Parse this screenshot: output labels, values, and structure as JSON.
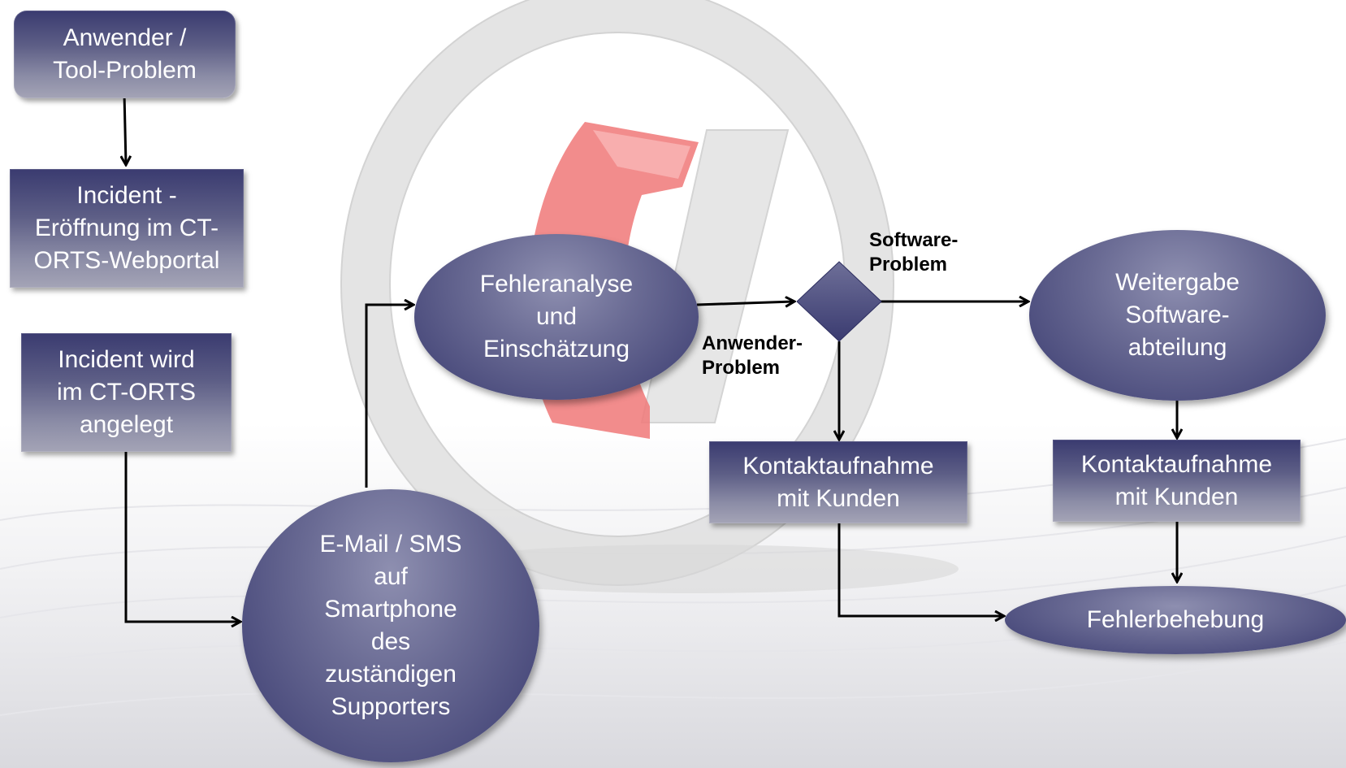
{
  "nodes": {
    "anwender_tool_problem": "Anwender /\nTool-Problem",
    "incident_eroeffnung": "Incident -\nEröffnung im CT-\nORTS-Webportal",
    "incident_angelegt": "Incident wird\nim CT-ORTS\nangelegt",
    "email_sms": "E-Mail / SMS\nauf\nSmartphone\ndes\nzuständigen\nSupporters",
    "fehleranalyse": "Fehleranalyse\nund\nEinschätzung",
    "kontakt_1": "Kontaktaufnahme\nmit Kunden",
    "weitergabe": "Weitergabe\nSoftware-\nabteilung",
    "kontakt_2": "Kontaktaufnahme\nmit Kunden",
    "fehlerbehebung": "Fehlerbehebung"
  },
  "edge_labels": {
    "software_problem": "Software-\nProblem",
    "anwender_problem": "Anwender-\nProblem"
  },
  "colors": {
    "node_dark": "#3a3b70",
    "node_light": "#a4a4b6",
    "arrow": "#000000",
    "watermark_red": "#f07878",
    "watermark_gray": "#d8d8d8"
  }
}
